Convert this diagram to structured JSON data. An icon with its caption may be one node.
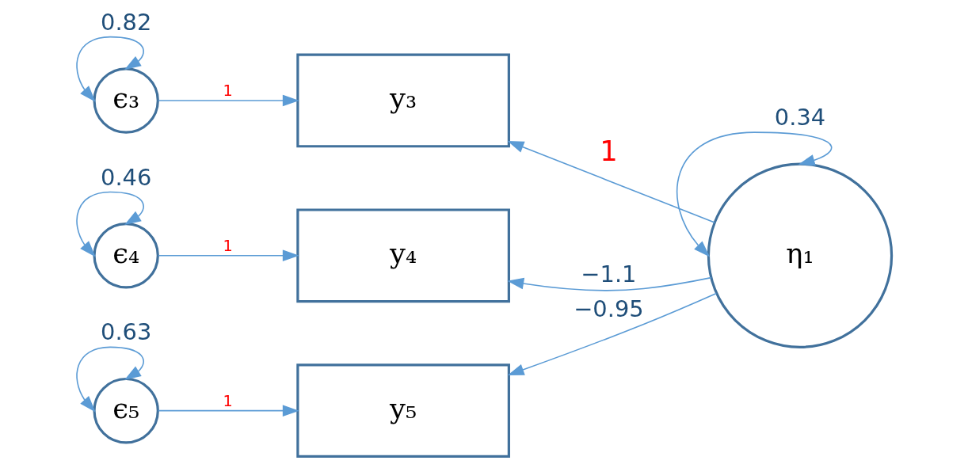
{
  "diagram": {
    "nodes": [
      {
        "text": [
          "ϵ₃"
        ]
      },
      {
        "text": [
          "ϵ₄"
        ]
      },
      {
        "text": [
          "ϵ₅"
        ]
      },
      {
        "text": [
          "y₃"
        ]
      },
      {
        "text": [
          "y₄"
        ]
      },
      {
        "text": [
          "y₅"
        ]
      },
      {
        "text": [
          "η₁"
        ]
      }
    ],
    "edges": [
      {
        "from": 0,
        "to": 0,
        "arrow": "both",
        "label": "0.82"
      },
      {
        "from": 1,
        "to": 1,
        "arrow": "both",
        "label": "0.46"
      },
      {
        "from": 2,
        "to": 2,
        "arrow": "both",
        "label": "0.63"
      },
      {
        "from": 6,
        "to": 6,
        "arrow": "both",
        "label": "0.34"
      },
      {
        "from": 0,
        "to": 3,
        "arrow": "to",
        "label": "1"
      },
      {
        "from": 1,
        "to": 4,
        "arrow": "to",
        "label": "1"
      },
      {
        "from": 2,
        "to": 5,
        "arrow": "to",
        "label": "1"
      },
      {
        "from": 6,
        "to": 3,
        "arrow": "to",
        "label": "1"
      },
      {
        "from": 6,
        "to": 4,
        "arrow": "to",
        "label": "−1.1"
      },
      {
        "from": 6,
        "to": 5,
        "arrow": "to",
        "label": "−0.95"
      }
    ]
  }
}
